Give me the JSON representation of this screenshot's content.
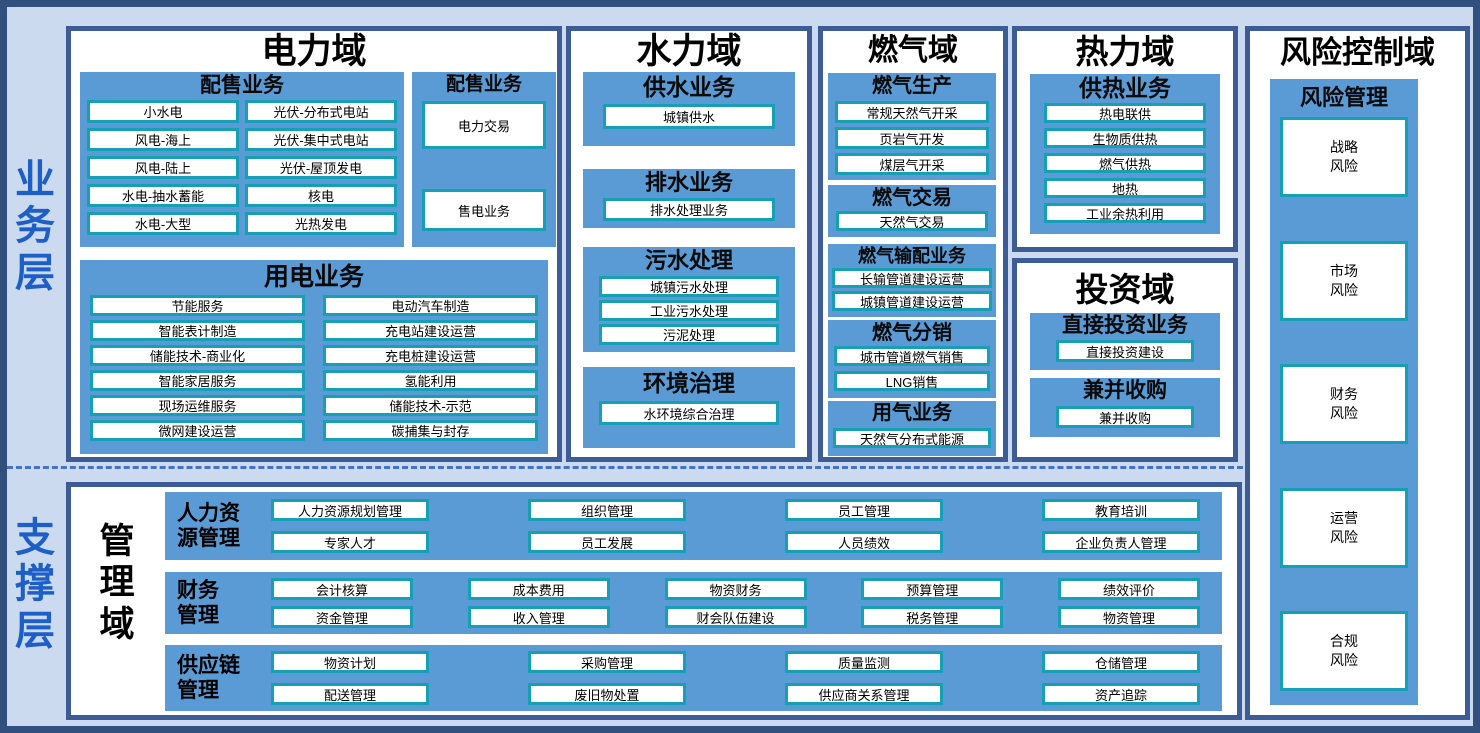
{
  "layers": {
    "business": "业务层",
    "support": "支撑层"
  },
  "power": {
    "title": "电力域",
    "blockA": {
      "title": "配售业务",
      "items": [
        "小水电",
        "光伏-分布式电站",
        "风电-海上",
        "光伏-集中式电站",
        "风电-陆上",
        "光伏-屋顶发电",
        "水电-抽水蓄能",
        "核电",
        "水电-大型",
        "光热发电"
      ]
    },
    "blockB": {
      "title": "配售业务",
      "items": [
        "电力交易",
        "售电业务"
      ]
    },
    "blockC": {
      "title": "用电业务",
      "items": [
        "节能服务",
        "电动汽车制造",
        "智能表计制造",
        "充电站建设运营",
        "储能技术-商业化",
        "充电桩建设运营",
        "智能家居服务",
        "氢能利用",
        "现场运维服务",
        "储能技术-示范",
        "微网建设运营",
        "碳捕集与封存"
      ]
    }
  },
  "water": {
    "title": "水力域",
    "blocks": [
      {
        "title": "供水业务",
        "items": [
          "城镇供水"
        ]
      },
      {
        "title": "排水业务",
        "items": [
          "排水处理业务"
        ]
      },
      {
        "title": "污水处理",
        "items": [
          "城镇污水处理",
          "工业污水处理",
          "污泥处理"
        ]
      },
      {
        "title": "环境治理",
        "items": [
          "水环境综合治理"
        ]
      }
    ]
  },
  "gas": {
    "title": "燃气域",
    "blocks": [
      {
        "title": "燃气生产",
        "items": [
          "常规天然气开采",
          "页岩气开发",
          "煤层气开采"
        ]
      },
      {
        "title": "燃气交易",
        "items": [
          "天然气交易"
        ]
      },
      {
        "title": "燃气输配业务",
        "items": [
          "长输管道建设运营",
          "城镇管道建设运营"
        ]
      },
      {
        "title": "燃气分销",
        "items": [
          "城市管道燃气销售",
          "LNG销售"
        ]
      },
      {
        "title": "用气业务",
        "items": [
          "天然气分布式能源"
        ]
      }
    ]
  },
  "heat": {
    "title": "热力域",
    "blocks": [
      {
        "title": "供热业务",
        "items": [
          "热电联供",
          "生物质供热",
          "燃气供热",
          "地热",
          "工业余热利用"
        ]
      }
    ]
  },
  "investment": {
    "title": "投资域",
    "blocks": [
      {
        "title": "直接投资业务",
        "items": [
          "直接投资建设"
        ]
      },
      {
        "title": "兼并收购",
        "items": [
          "兼并收购"
        ]
      }
    ]
  },
  "risk": {
    "title": "风险控制域",
    "block": {
      "title": "风险管理",
      "items": [
        {
          "l1": "战略",
          "l2": "风险"
        },
        {
          "l1": "市场",
          "l2": "风险"
        },
        {
          "l1": "财务",
          "l2": "风险"
        },
        {
          "l1": "运营",
          "l2": "风险"
        },
        {
          "l1": "合规",
          "l2": "风险"
        }
      ]
    }
  },
  "management": {
    "label": "管理域",
    "rows": [
      {
        "l1": "人力资",
        "l2": "源管理",
        "groups": [
          [
            "人力资源规划管理",
            "专家人才"
          ],
          [
            "组织管理",
            "员工发展"
          ],
          [
            "员工管理",
            "人员绩效"
          ],
          [
            "教育培训",
            "企业负责人管理"
          ]
        ]
      },
      {
        "l1": "财务",
        "l2": "管理",
        "groups": [
          [
            "会计核算",
            "资金管理"
          ],
          [
            "成本费用",
            "收入管理"
          ],
          [
            "物资财务",
            "财会队伍建设"
          ],
          [
            "预算管理",
            "税务管理"
          ],
          [
            "绩效评价",
            "物资管理"
          ]
        ]
      },
      {
        "l1": "供应链",
        "l2": "管理",
        "groups": [
          [
            "物资计划",
            "配送管理"
          ],
          [
            "采购管理",
            "废旧物处置"
          ],
          [
            "质量监测",
            "供应商关系管理"
          ],
          [
            "仓储管理",
            "资产追踪"
          ]
        ]
      }
    ]
  },
  "colors": {
    "background": "#CBDAEF",
    "frame_border": "#31507D",
    "box_border": "#3D5C96",
    "block_fill": "#5B9BD5",
    "item_border": "#17A0B5",
    "layer_label": "#1D5FC7",
    "divider_dash": "#4472C4"
  }
}
